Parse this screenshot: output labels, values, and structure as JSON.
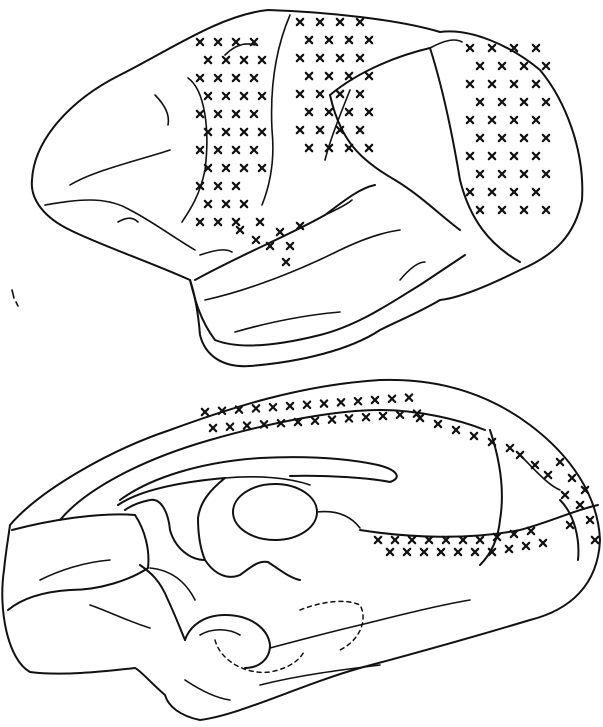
{
  "figure": {
    "panels": [
      {
        "id": "lateral",
        "marker": "x",
        "marker_color": "#111111"
      },
      {
        "id": "medial",
        "marker": "x",
        "marker_color": "#111111"
      }
    ],
    "line_color": "#111111",
    "background": "#ffffff"
  }
}
